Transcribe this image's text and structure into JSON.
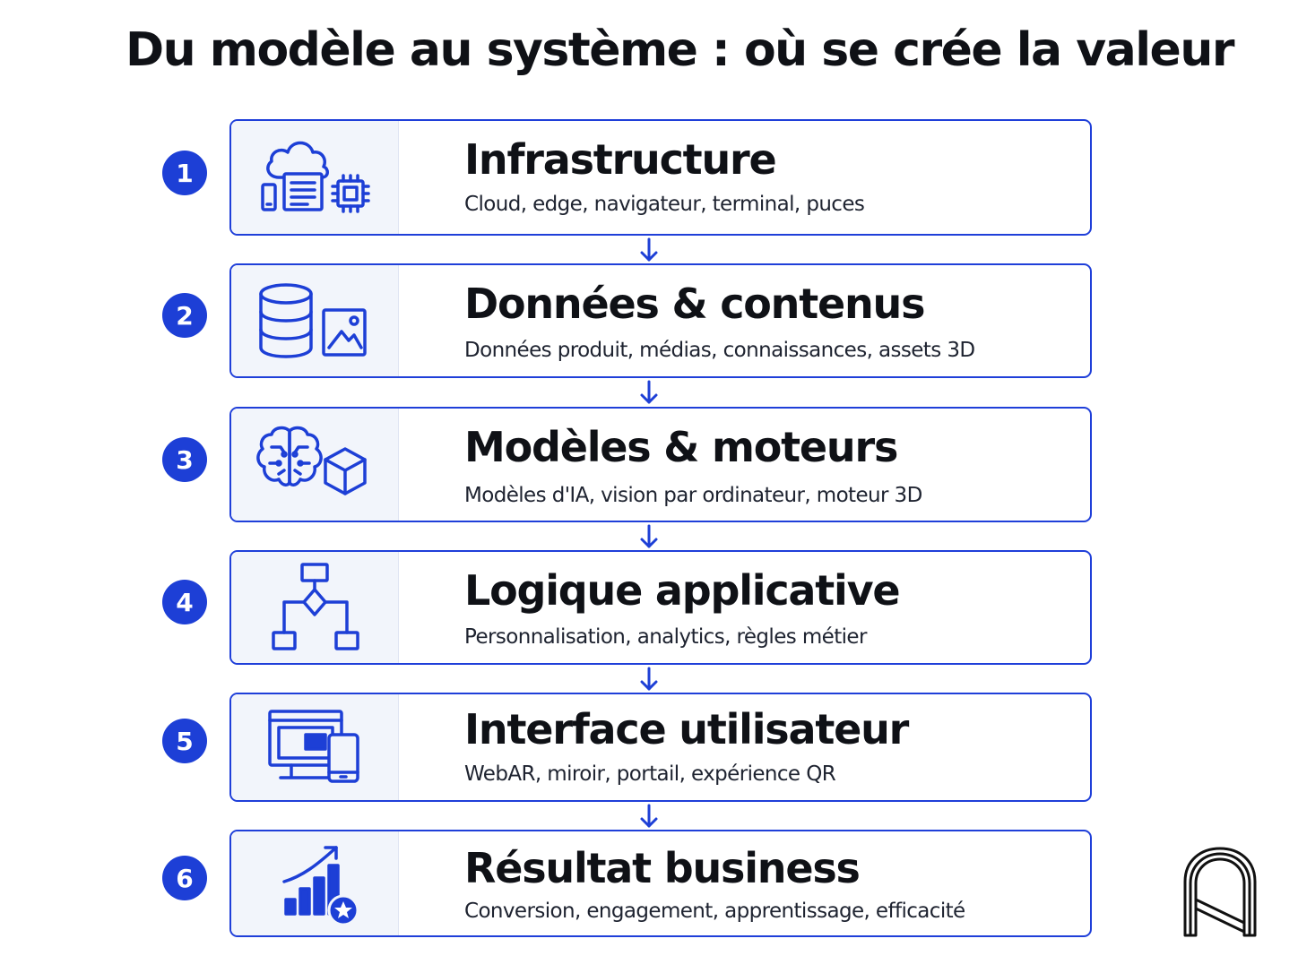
{
  "title": "Du modèle au système : où se crée la valeur",
  "colors": {
    "accent": "#1d3fd6",
    "card_border": "#1f3fd9",
    "icon_panel": "#f2f5fb",
    "text": "#0f1116"
  },
  "steps": [
    {
      "number": "1",
      "title": "Infrastructure",
      "description": "Cloud, edge, navigateur, terminal, puces",
      "icon": "cloud-server-chip-icon"
    },
    {
      "number": "2",
      "title": "Données & contenus",
      "description": "Données produit, médias, connaissances, assets 3D",
      "icon": "database-image-icon"
    },
    {
      "number": "3",
      "title": "Modèles & moteurs",
      "description": "Modèles d'IA, vision par ordinateur, moteur 3D",
      "icon": "brain-cube-icon"
    },
    {
      "number": "4",
      "title": "Logique applicative",
      "description": "Personnalisation, analytics, règles métier",
      "icon": "flowchart-icon"
    },
    {
      "number": "5",
      "title": "Interface utilisateur",
      "description": "WebAR, miroir, portail, expérience QR",
      "icon": "monitor-phone-icon"
    },
    {
      "number": "6",
      "title": "Résultat business",
      "description": "Conversion, engagement, apprentissage, efficacité",
      "icon": "growth-chart-star-icon"
    }
  ],
  "logo": "arch-logo-icon"
}
